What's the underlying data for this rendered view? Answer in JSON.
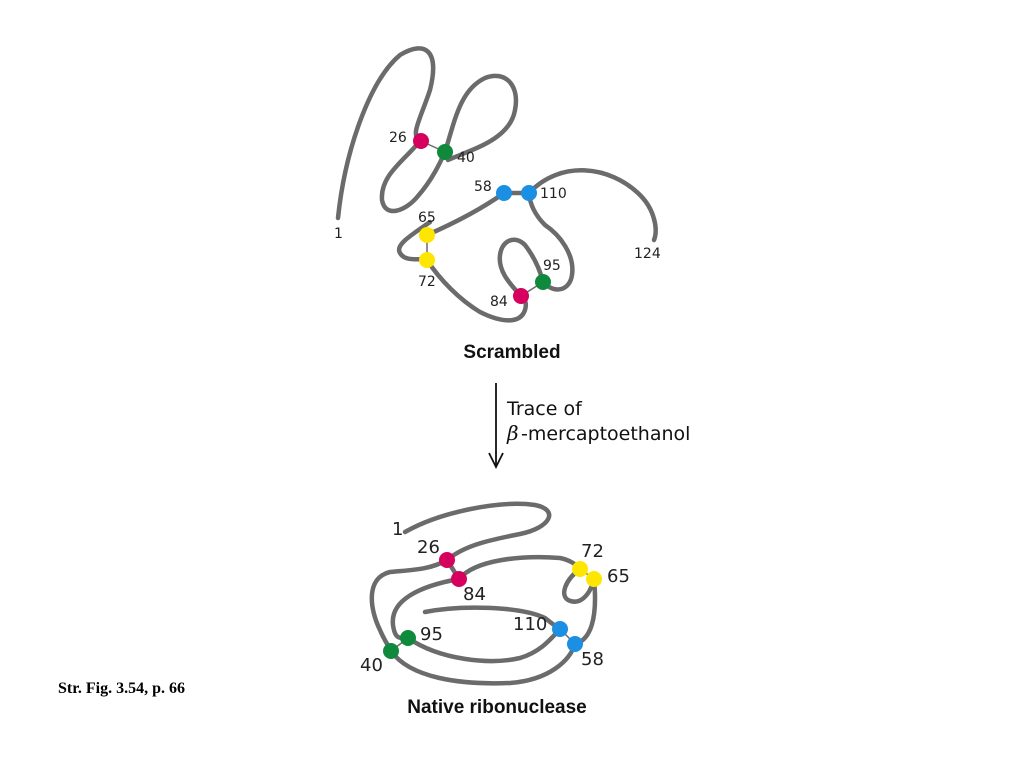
{
  "colors": {
    "chain": "#6b6b6b",
    "magenta": "#d6005f",
    "green": "#0f8a3c",
    "blue": "#1a8fe3",
    "yellow": "#ffe600"
  },
  "scrambled": {
    "title": "Scrambled",
    "start_label": "1",
    "end_label": "124",
    "residues": {
      "r26": "26",
      "r40": "40",
      "r58": "58",
      "r110": "110",
      "r65": "65",
      "r72": "72",
      "r95": "95",
      "r84": "84"
    }
  },
  "reaction": {
    "line1": "Trace of",
    "beta": "β",
    "line2": "-mercaptoethanol"
  },
  "native": {
    "title": "Native ribonuclease",
    "start_label": "1",
    "residues": {
      "r26": "26",
      "r84": "84",
      "r72": "72",
      "r65": "65",
      "r110": "110",
      "r58": "58",
      "r95": "95",
      "r40": "40"
    }
  },
  "caption": "Str. Fig. 3.54, p. 66"
}
